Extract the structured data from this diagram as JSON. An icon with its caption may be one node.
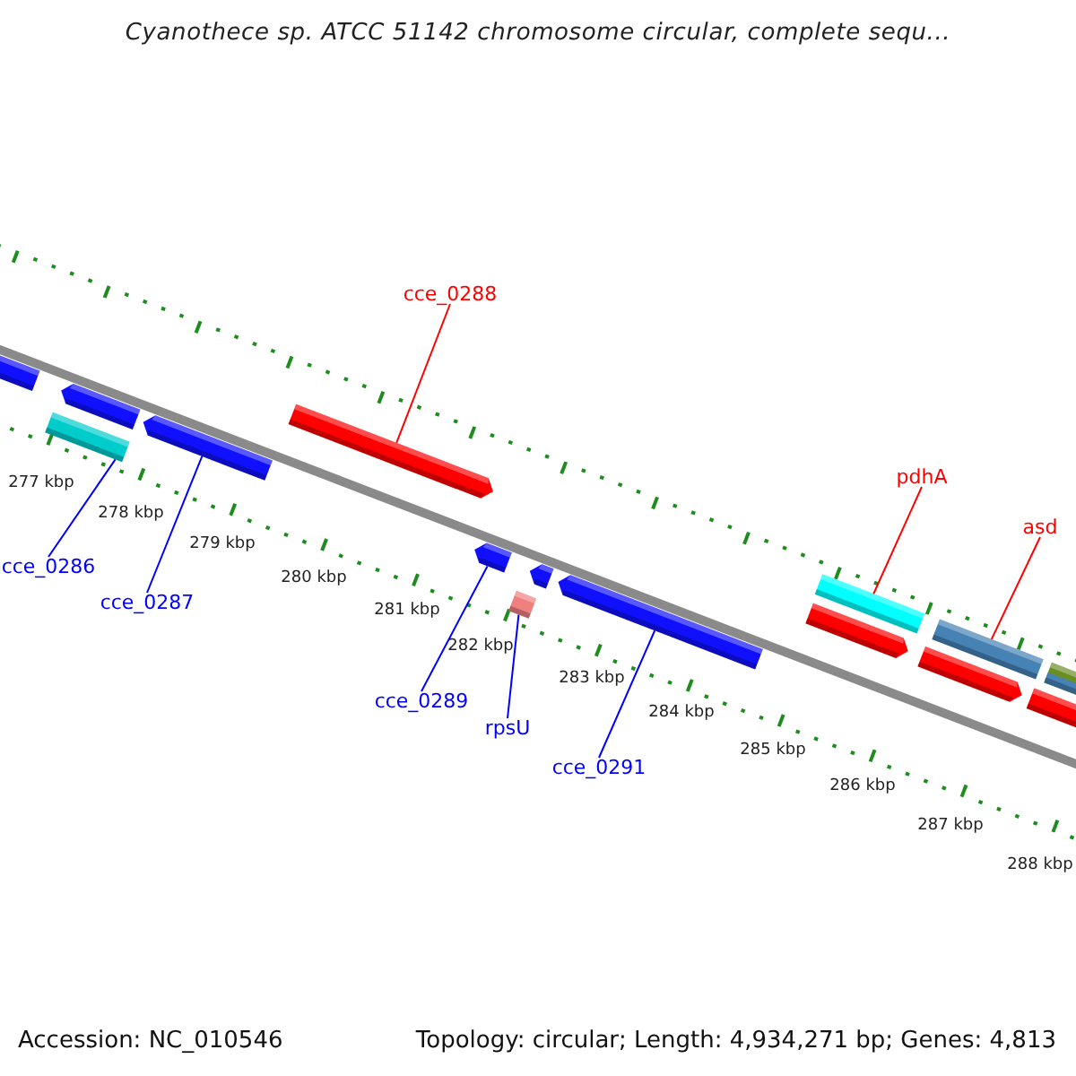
{
  "diagram": {
    "title": "Cyanothece sp. ATCC 51142 chromosome circular, complete sequ...",
    "nodes": [
      {
        "text": [
          "cce_0288"
        ]
      },
      {
        "text": [
          "pdhA"
        ]
      },
      {
        "text": [
          "asd"
        ]
      },
      {
        "text": [
          "cce_0286"
        ]
      },
      {
        "text": [
          "cce_0287"
        ]
      },
      {
        "text": [
          "cce_0289"
        ]
      },
      {
        "text": [
          "rpsU"
        ]
      },
      {
        "text": [
          "cce_0291"
        ]
      },
      {
        "text": [],
        "shape": "bar"
      },
      {
        "text": [],
        "shape": "bar"
      },
      {
        "text": [],
        "shape": "box"
      },
      {
        "text": [],
        "shape": "bar"
      },
      {
        "text": [],
        "shape": "bar"
      },
      {
        "text": [],
        "shape": "bar"
      },
      {
        "text": [],
        "shape": "box"
      },
      {
        "text": [],
        "shape": "bar"
      },
      {
        "text": [],
        "shape": "bar"
      },
      {
        "text": [],
        "shape": "bar"
      },
      {
        "text": [],
        "shape": "box"
      },
      {
        "text": [],
        "shape": "box"
      },
      {
        "text": [],
        "shape": "bar"
      },
      {
        "text": [],
        "shape": "box"
      },
      {
        "text": [],
        "shape": "bar"
      }
    ],
    "edges": [
      {
        "from": 0,
        "to": 12,
        "arrow": "none",
        "color": "#ff0000"
      },
      {
        "from": 1,
        "to": 18,
        "arrow": "none",
        "color": "#ff0000"
      },
      {
        "from": 2,
        "to": 19,
        "arrow": "none",
        "color": "#ff0000"
      },
      {
        "from": 3,
        "to": 10,
        "arrow": "none"
      },
      {
        "from": 4,
        "to": 11,
        "arrow": "none"
      },
      {
        "from": 5,
        "to": 13,
        "arrow": "none"
      },
      {
        "from": 6,
        "to": 14,
        "arrow": "none"
      },
      {
        "from": 7,
        "to": 16,
        "arrow": "none"
      }
    ],
    "labels": [
      "277 kbp",
      "278 kbp",
      "279 kbp",
      "280 kbp",
      "281 kbp",
      "282 kbp",
      "283 kbp",
      "284 kbp",
      "285 kbp",
      "286 kbp",
      "287 kbp",
      "288 kbp",
      "Accession: NC_010546",
      "Topology: circular; Length: 4,934,271 bp; Genes: 4,813"
    ]
  }
}
